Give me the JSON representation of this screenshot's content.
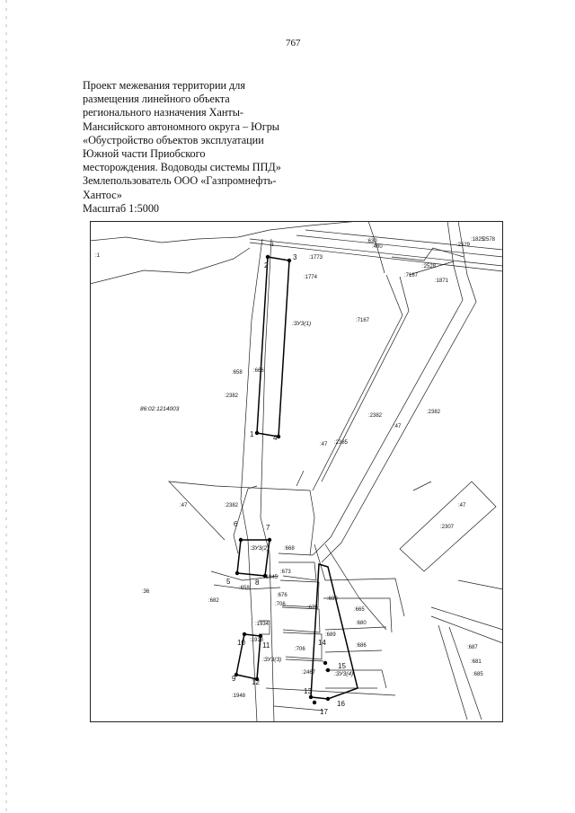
{
  "page_number": "767",
  "title_lines": [
    "Проект межевания территории для",
    "размещения линейного объекта",
    "регионального назначения Ханты-",
    "Мансийского автономного округа – Югры",
    "«Обустройство объектов эксплуатации",
    "Южной части Приобского",
    "месторождения. Водоводы системы ППД»",
    "Землепользователь  ООО «Газпромнефть-",
    "Хантос»",
    "Масштаб 1:5000"
  ],
  "map": {
    "quarter": "86:02:1214003",
    "parcels": {
      "zu1": ":ЗУ3(1)",
      "zu2": ":ЗУ3(2)",
      "zu3": ":ЗУ3(3)",
      "zu4": ":ЗУ3(4)"
    },
    "labels": {
      "l1": ":1",
      "l1_top": ":1",
      "l36": ":36",
      "l47a": ":47",
      "l47b": ":47",
      "l47c": ":47",
      "l47d": ":47",
      "l658a": ":658",
      "l658b": ":658",
      "l666": ":666",
      "l2382a": ":2382",
      "l2382b": ":2382",
      "l2382c": ":2382",
      "l2382d": ":2382",
      "l2307": ":2307",
      "l2385": ":2385",
      "l1773": ":1773",
      "l1774": ":1774",
      "l1871": ":1871",
      "l7167a": ":7167",
      "l7167b": ":7167",
      "l2528": ":2528",
      "l2529": ":2529",
      "l1825": ":1825",
      "l630": ":630",
      "l480": ":480",
      "l668": ":668",
      "l673": ":673",
      "l675": ":675",
      "l676": ":676",
      "l706a": ":706",
      "l706b": ":706",
      "l1945": ":1945",
      "l682": ":682",
      "l1934": ":1934",
      "l1918": ":1918",
      "l1948": ":1948",
      "l689": ":689",
      "l686": ":686",
      "l665": ":665",
      "l680": ":680",
      "l2467": ":2467",
      "l687": ":687",
      "l681": ":681",
      "l685": ":685",
      "l699": ":699",
      "l2578": ":2578"
    },
    "points": [
      "1",
      "2",
      "3",
      "4",
      "5",
      "6",
      "7",
      "8",
      "9",
      "10",
      "11",
      "12",
      "13",
      "14",
      "15",
      "16",
      "17"
    ]
  }
}
